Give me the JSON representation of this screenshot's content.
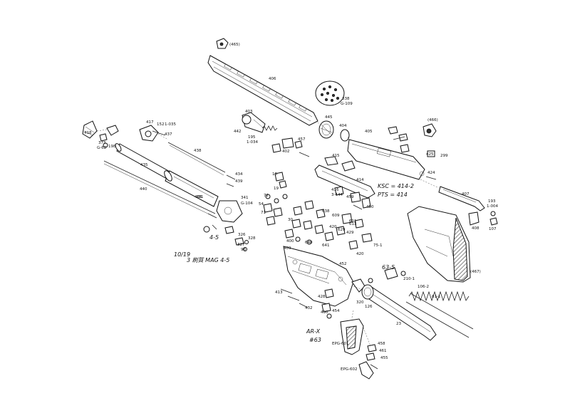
{
  "part_labels": {
    "p465_top": "(465)",
    "p406": "406",
    "p338": "338",
    "p338_sub": "G-109",
    "p445": "445",
    "p403": "403",
    "p404": "404",
    "p405": "405",
    "p466": "(466)",
    "p435": "435",
    "p417": "417",
    "p152": "152",
    "p152_sub": "1-035",
    "p437": "437",
    "p436": "436",
    "p418": "418",
    "p373": "373",
    "p373_sub": "G-62",
    "p198_left": "198",
    "p440": "440",
    "p438": "438",
    "p434": "434",
    "p439": "439",
    "p442": "442",
    "p195": "195",
    "p195_sub": "1-034",
    "p457": "457",
    "p402": "402",
    "p415": "415",
    "p414": "414",
    "p416": "416",
    "p416_sub": "3-444",
    "p459": "459",
    "p450": "450",
    "p425": "425",
    "p299": "299",
    "p424": "424",
    "p407": "407",
    "p193": "193",
    "p193_sub": "1-004",
    "p408": "408",
    "p107": "107",
    "p467": "(467)",
    "p431": "431",
    "p341": "341",
    "p341_sub": "G-104",
    "p326": "326",
    "p328": "328",
    "p327": "327",
    "p98": "98",
    "p409": "409",
    "p413": "413",
    "p432": "432",
    "p428": "428",
    "p430": "430",
    "p454": "454",
    "p126": "126",
    "p23": "23",
    "p81_1": "81-1",
    "p106_2": "106-2",
    "p210_1": "210-1",
    "p458": "458",
    "p461": "461",
    "p455": "455",
    "p75_1": "75-1",
    "p629": "629",
    "p638": "638",
    "p609": "609",
    "p611": "611",
    "p613": "613",
    "p72": "72",
    "p71": "71",
    "p54": "54",
    "p16": "16",
    "p19": "19",
    "p30": "30",
    "p400": "400",
    "p420": "420",
    "p429": "429",
    "p640": "640",
    "p641": "641",
    "p420_2": "420",
    "p320": "320",
    "p452": "452",
    "epg601": "EPG-601",
    "epg602": "EPG-602"
  },
  "handwritten_notes": {
    "note_4_5": "4-5",
    "note_ksc": "KSC = 414-2",
    "note_pts": "PTS = 414",
    "note_date_a": "10/19",
    "note_date_b": "3 刷質 MAG 4-5",
    "note_63_5": "63-5",
    "note_ar": "AR-X",
    "note_ar2": "#63"
  }
}
